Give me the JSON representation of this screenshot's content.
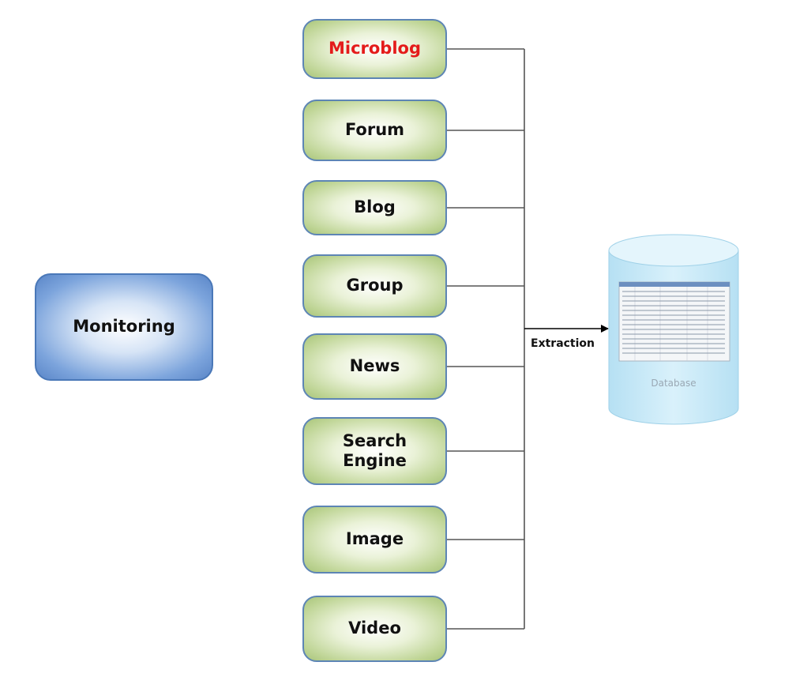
{
  "monitor": {
    "label": "Monitoring"
  },
  "sources": [
    {
      "label": "Microblog",
      "highlight": true
    },
    {
      "label": "Forum"
    },
    {
      "label": "Blog"
    },
    {
      "label": "Group"
    },
    {
      "label": "News"
    },
    {
      "label": "Search Engine"
    },
    {
      "label": "Image"
    },
    {
      "label": "Video"
    }
  ],
  "edge_label": "Extraction",
  "database": {
    "label": "Database",
    "icon": "database-icon"
  },
  "colors": {
    "highlight_text": "#e41b1b",
    "source_fill": "#bfd596",
    "monitor_fill": "#7ca4dc",
    "database_fill": "#c9eaf7"
  }
}
